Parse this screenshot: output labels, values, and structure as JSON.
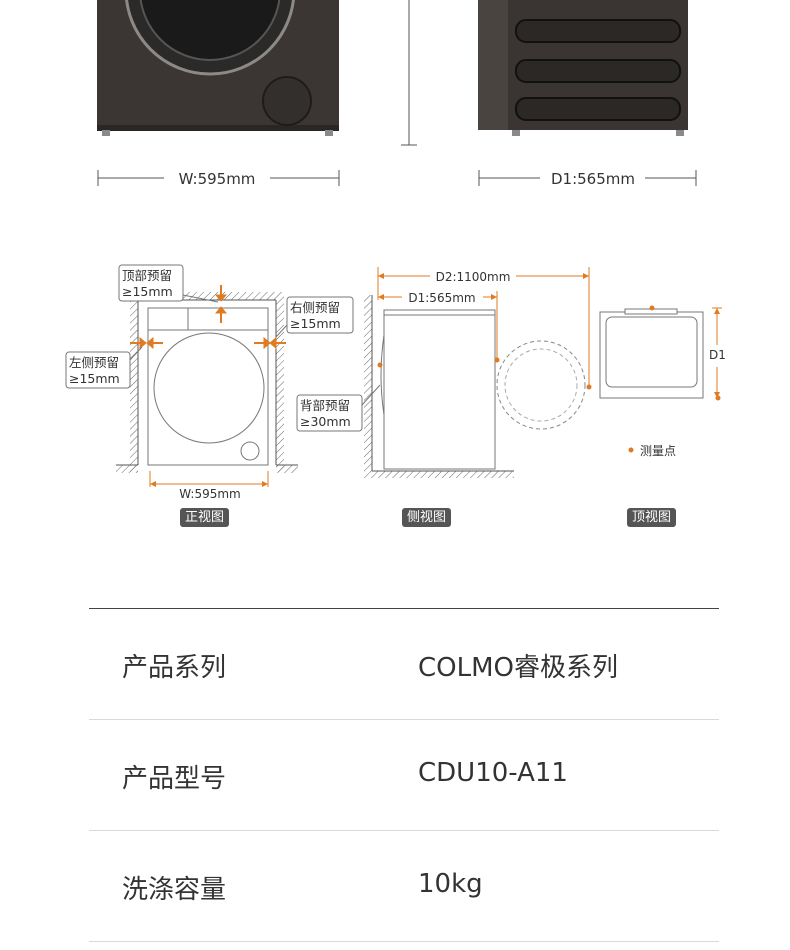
{
  "top_dims": {
    "width_label": "W:595mm",
    "depth_label": "D1:565mm"
  },
  "diagram": {
    "front": {
      "top_clearance_label": "顶部预留",
      "top_clearance_value": "≥15mm",
      "right_clearance_label": "右侧预留",
      "right_clearance_value": "≥15mm",
      "left_clearance_label": "左侧预留",
      "left_clearance_value": "≥15mm",
      "width_label": "W:595mm",
      "view_tag": "正视图"
    },
    "side": {
      "d2_label": "D2:1100mm",
      "d1_label": "D1:565mm",
      "back_clearance_label": "背部预留",
      "back_clearance_value": "≥30mm",
      "view_tag": "侧视图"
    },
    "top": {
      "d1_short": "D1",
      "legend_label": "测量点",
      "view_tag": "顶视图"
    },
    "accent_color": "#e07b22"
  },
  "specs": [
    {
      "key": "产品系列",
      "value": "COLMO睿极系列"
    },
    {
      "key": "产品型号",
      "value": "CDU10-A11"
    },
    {
      "key": "洗涤容量",
      "value": "10kg"
    }
  ]
}
